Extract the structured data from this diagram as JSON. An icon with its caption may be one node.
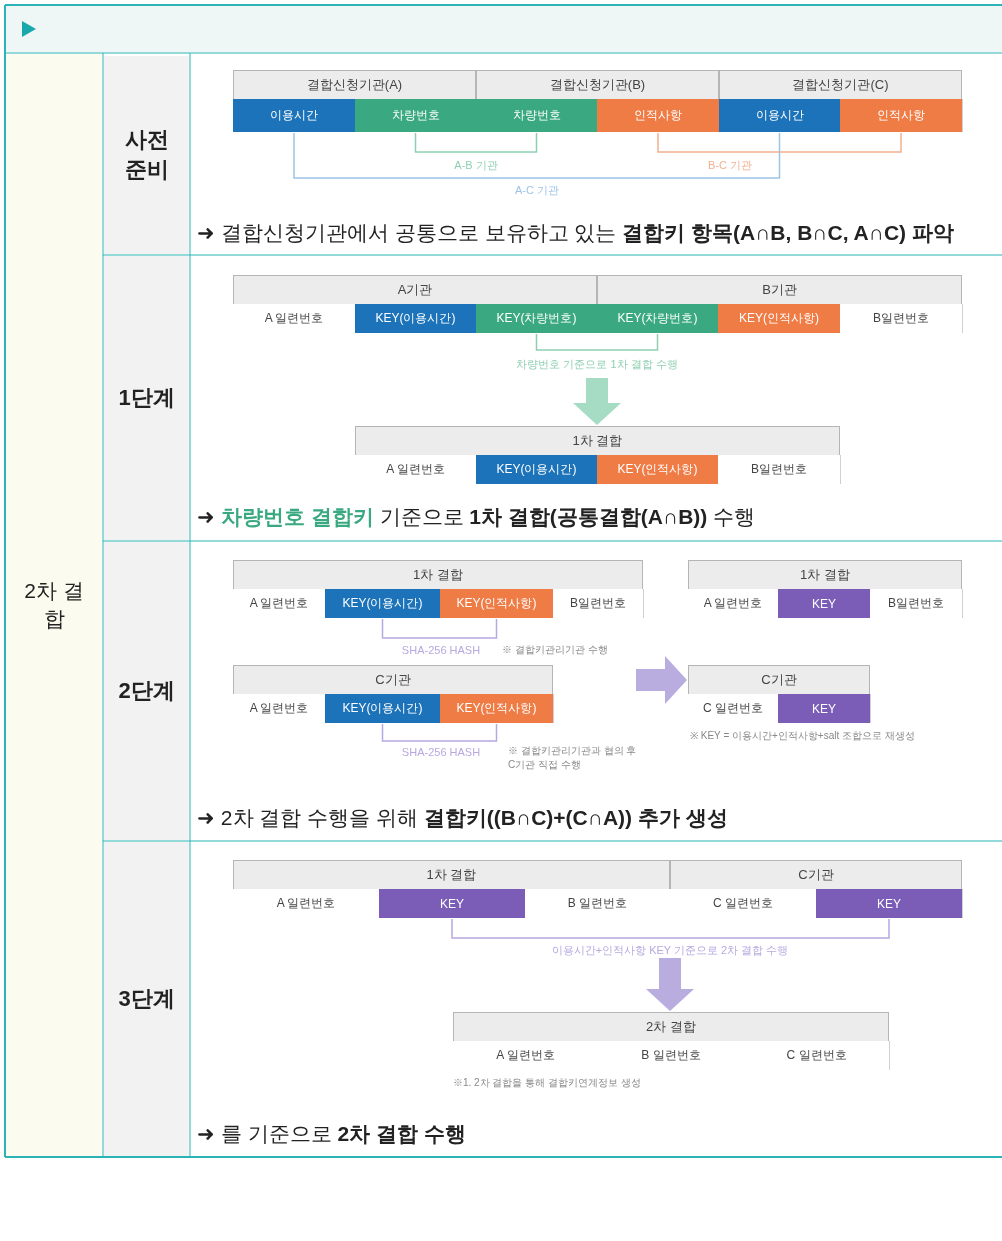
{
  "diagram": {
    "nodes": [
      {
        "text": [
          "결합신청기관(A)"
        ]
      },
      {
        "text": [
          "이용시간"
        ],
        "in": 0
      },
      {
        "text": [
          "차량번호"
        ],
        "in": 0
      },
      {
        "text": [
          "결합신청기관(B)"
        ]
      },
      {
        "text": [
          "차량번호"
        ],
        "in": 3
      },
      {
        "text": [
          "인적사항"
        ],
        "in": 3
      },
      {
        "text": [
          "결합신청기관(C)"
        ]
      },
      {
        "text": [
          "이용시간"
        ],
        "in": 6
      },
      {
        "text": [
          "인적사항"
        ],
        "in": 6
      },
      {
        "text": [
          "A기관"
        ]
      },
      {
        "text": [
          "A 일련번호"
        ],
        "in": 9
      },
      {
        "text": [
          "KEY(이용시간)"
        ],
        "in": 9
      },
      {
        "text": [
          "KEY(차량번호)"
        ],
        "in": 9
      },
      {
        "text": [
          "B기관"
        ]
      },
      {
        "text": [
          "KEY(차량번호)"
        ],
        "in": 13
      },
      {
        "text": [
          "KEY(인적사항)"
        ],
        "in": 13
      },
      {
        "text": [
          "B일련번호"
        ],
        "in": 13
      },
      {
        "text": [
          "1차 결합"
        ]
      },
      {
        "text": [
          "A 일련번호"
        ],
        "in": 17
      },
      {
        "text": [
          "KEY(이용시간)"
        ],
        "in": 17
      },
      {
        "text": [
          "KEY(인적사항)"
        ],
        "in": 17
      },
      {
        "text": [
          "B일련번호"
        ],
        "in": 17
      },
      {
        "text": [
          "1차 결합"
        ]
      },
      {
        "text": [
          "A 일련번호"
        ],
        "in": 22
      },
      {
        "text": [
          "KEY(이용시간)"
        ],
        "in": 22
      },
      {
        "text": [
          "KEY(인적사항)"
        ],
        "in": 22
      },
      {
        "text": [
          "B일련번호"
        ],
        "in": 22
      },
      {
        "text": [
          "C기관"
        ]
      },
      {
        "text": [
          "A 일련번호"
        ],
        "in": 27
      },
      {
        "text": [
          "KEY(이용시간)"
        ],
        "in": 27
      },
      {
        "text": [
          "KEY(인적사항)"
        ],
        "in": 27
      },
      {
        "text": [
          "1차 결합"
        ]
      },
      {
        "text": [
          "A 일련번호"
        ],
        "in": 31
      },
      {
        "text": [
          "KEY"
        ],
        "in": 31
      },
      {
        "text": [
          "B일련번호"
        ],
        "in": 31
      },
      {
        "text": [
          "C기관"
        ]
      },
      {
        "text": [
          "C 일련번호"
        ],
        "in": 35
      },
      {
        "text": [
          "KEY"
        ],
        "in": 35
      },
      {
        "text": [
          "1차 결합"
        ]
      },
      {
        "text": [
          "A 일련번호"
        ],
        "in": 38
      },
      {
        "text": [
          "KEY"
        ],
        "in": 38
      },
      {
        "text": [
          "B 일련번호"
        ],
        "in": 38
      },
      {
        "text": [
          "C기관"
        ]
      },
      {
        "text": [
          "C 일련번호"
        ],
        "in": 42
      },
      {
        "text": [
          "KEY"
        ],
        "in": 42
      },
      {
        "text": [
          "2차 결합"
        ]
      },
      {
        "text": [
          "A 일련번호"
        ],
        "in": 45
      },
      {
        "text": [
          "B 일련번호"
        ],
        "in": 45
      },
      {
        "text": [
          "C 일련번호"
        ],
        "in": 45
      }
    ],
    "edges": [
      {
        "from": 2,
        "to": 4,
        "arrow": "none",
        "label": "A-B 기관",
        "color": "#8fcfb1"
      },
      {
        "from": 5,
        "to": 8,
        "arrow": "none",
        "label": "B-C 기관",
        "color": "#f2b08f"
      },
      {
        "from": 1,
        "to": 7,
        "arrow": "none",
        "label": "A-C 기관",
        "color": "#9dc3e6"
      },
      {
        "from": 12,
        "to": 14,
        "arrow": "none",
        "label": "차량번호 기준으로 1차 결합 수행",
        "color": "#8fcfb1"
      },
      {
        "from": null,
        "to": 17,
        "arrow": "to",
        "style": "thick",
        "color": "#a6dcc3"
      },
      {
        "from": 24,
        "to": 25,
        "arrow": "none",
        "label": "SHA-256 HASH",
        "color": "#b7a8e0"
      },
      {
        "from": 29,
        "to": 30,
        "arrow": "none",
        "label": "SHA-256 HASH",
        "color": "#b7a8e0"
      },
      {
        "from": null,
        "to": 35,
        "arrow": "to",
        "style": "thick",
        "color": "#b9acdf"
      },
      {
        "from": 40,
        "to": 44,
        "arrow": "none",
        "label": "이용시간+인적사항 KEY 기준으로 2차 결합 수행",
        "color": "#b7a8e0"
      },
      {
        "from": null,
        "to": 45,
        "arrow": "to",
        "style": "thick",
        "color": "#b9acdf"
      }
    ],
    "labels": [
      "2차 결합",
      "사전 준비",
      "➜ 결합신청기관에서 공통으로 보유하고 있는 **결합키 항목(A∩B, B∩C, A∩C) 파악**",
      "1단계",
      "➜ **차량번호 결합키** 기준으로 **1차 결합(공통결합(A∩B))** 수행",
      "2단계",
      "※ 결합키관리기관 수행",
      "※ 결합키관리기관과 협의 후 C기관 직접 수행",
      "※ KEY = 이용시간+인적사항+salt 조합으로 재생성",
      "➜ 2차 결합 수행을 위해 **결합키((B∩C)+(C∩A)) 추가 생성**",
      "3단계",
      "※1. 2차 결합을 통해 결합키연계정보 생성",
      "➜ 를 기준으로 **2차 결합 수행**"
    ]
  }
}
